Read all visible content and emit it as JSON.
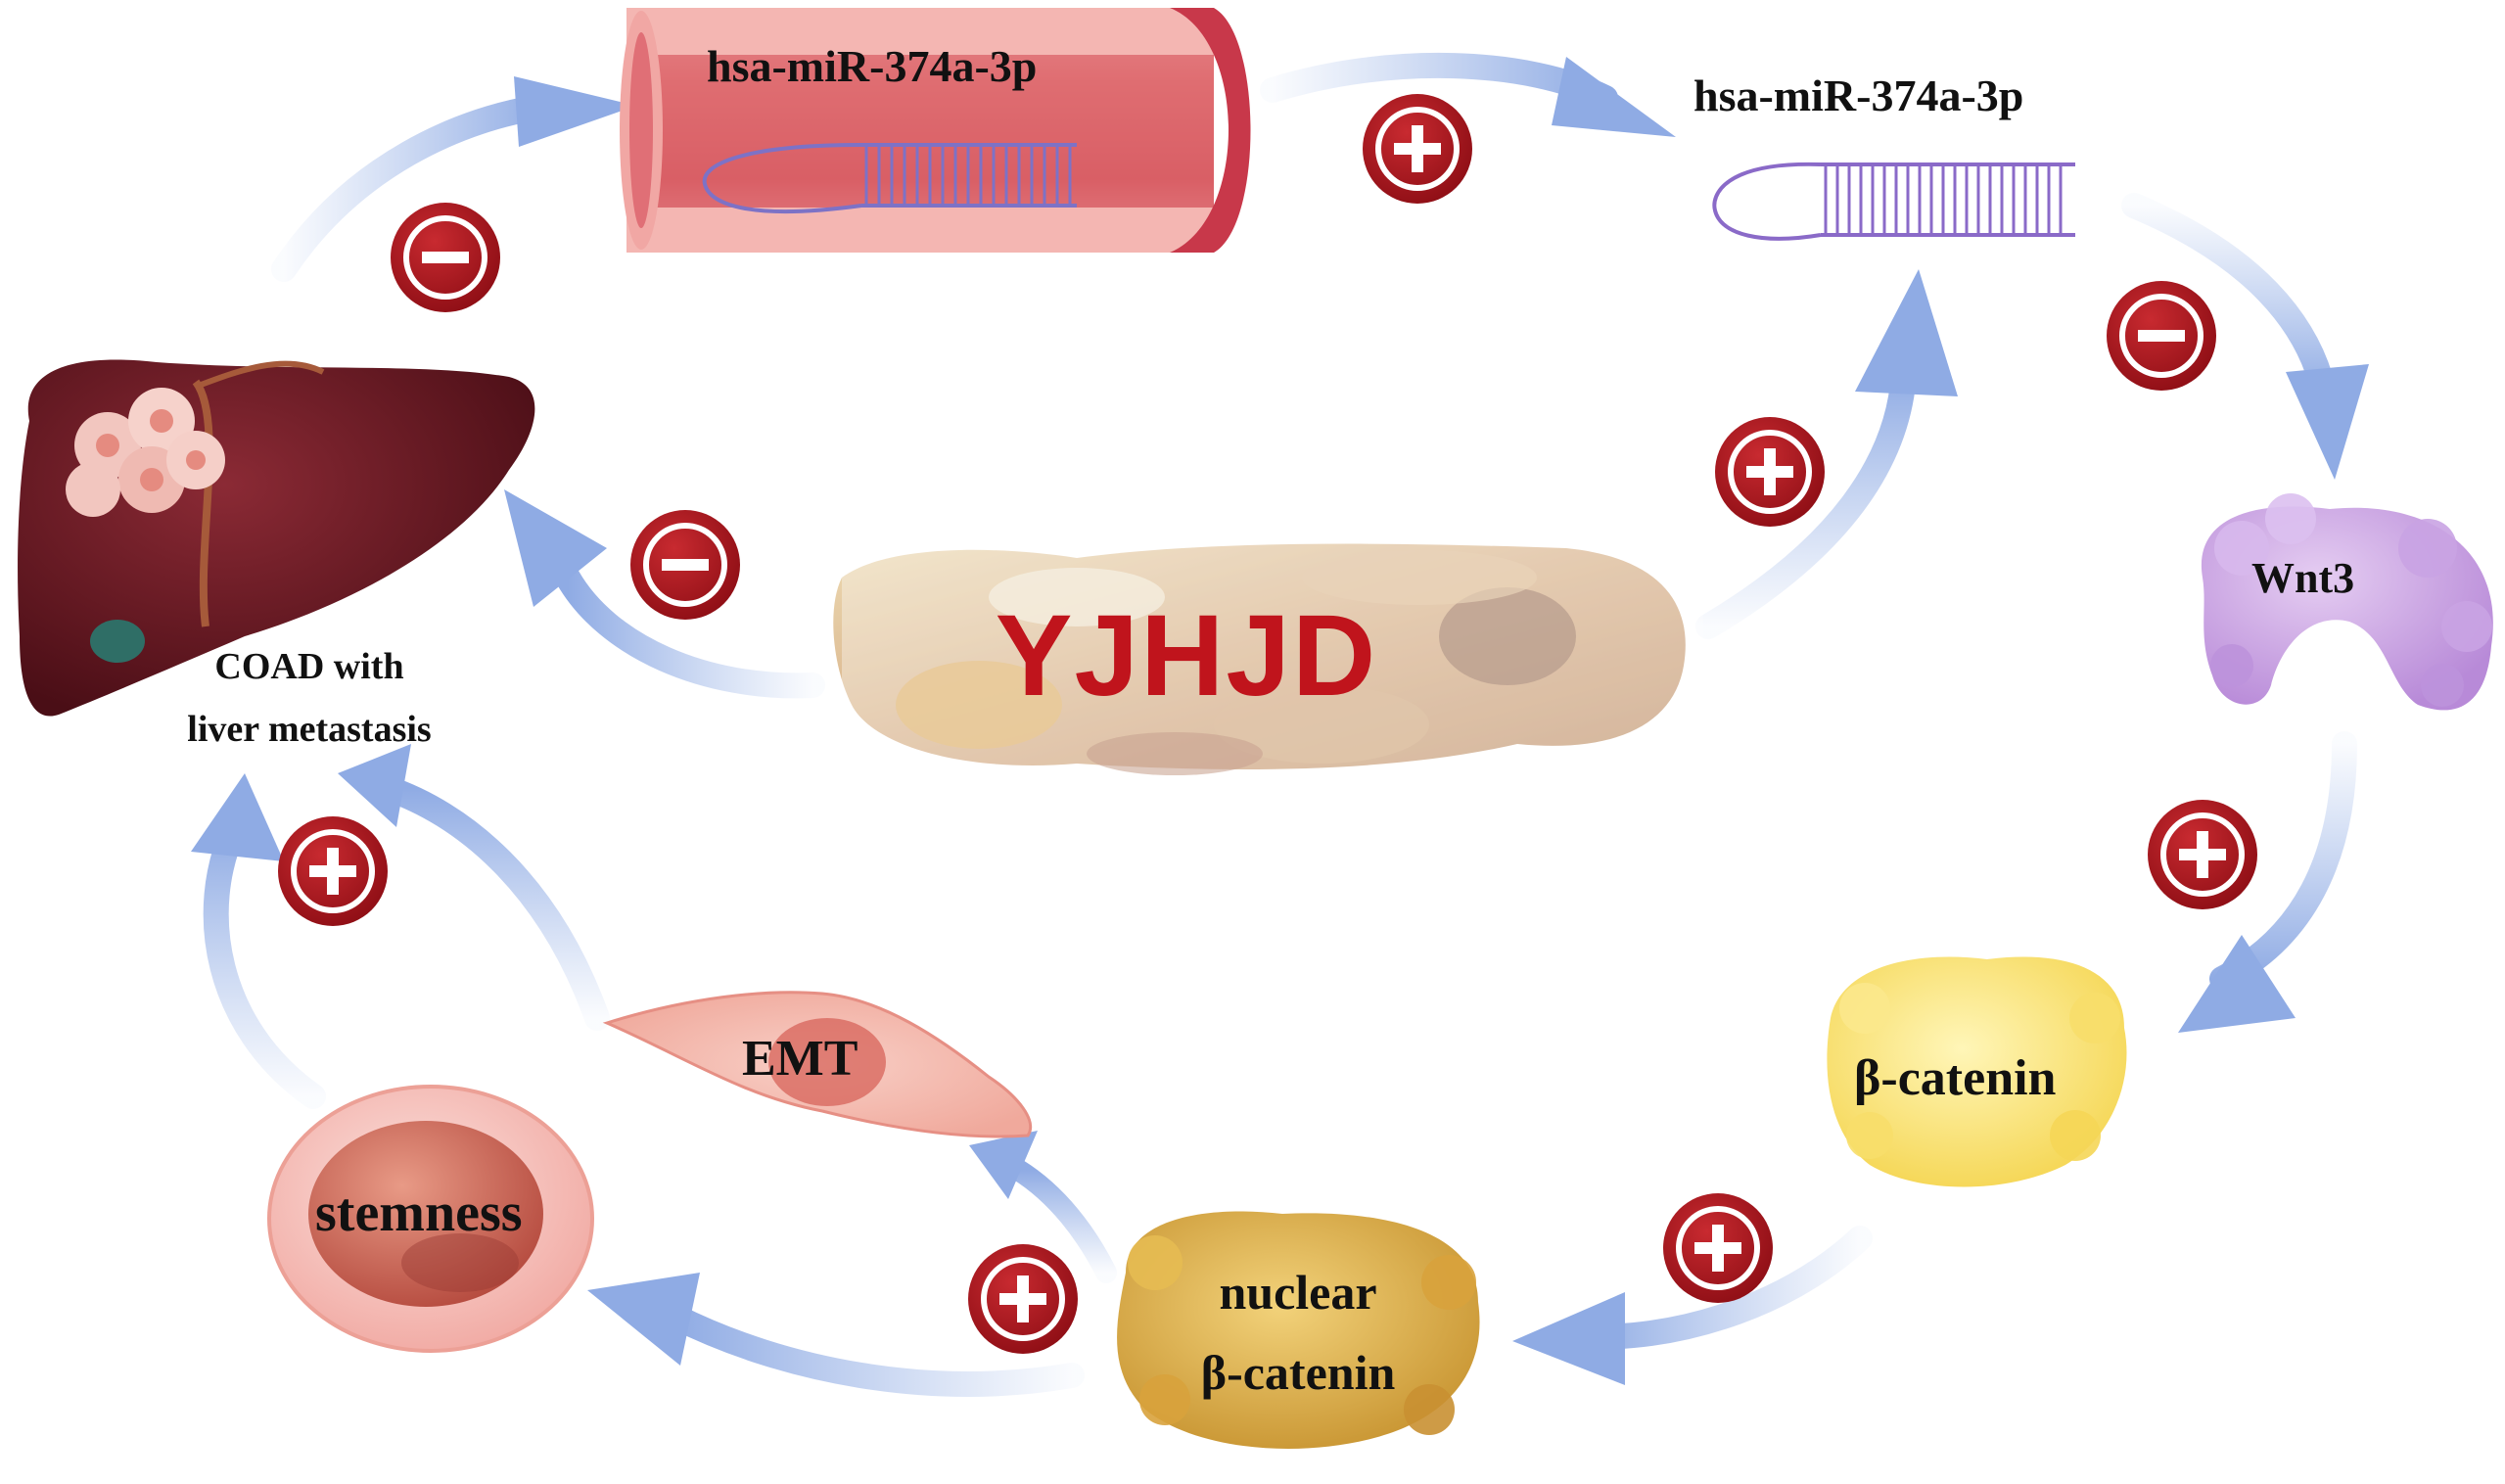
{
  "diagram": {
    "nodes": {
      "vessel_mirna": "hsa-miR-374a-3p",
      "mirna": "hsa-miR-374a-3p",
      "wnt3": "Wnt3",
      "beta_catenin": "β-catenin",
      "nuclear_beta_catenin_line1": "nuclear",
      "nuclear_beta_catenin_line2": "β-catenin",
      "emt": "EMT",
      "stemness": "stemness",
      "liver_line1": "COAD with",
      "liver_line2": "liver metastasis",
      "herbs": "YJHJD"
    },
    "signs": {
      "plus": "+",
      "minus": "−"
    },
    "edges": [
      {
        "from": "liver",
        "to": "vessel_mirna",
        "effect": "minus"
      },
      {
        "from": "vessel_mirna",
        "to": "mirna",
        "effect": "plus"
      },
      {
        "from": "mirna",
        "to": "wnt3",
        "effect": "minus"
      },
      {
        "from": "wnt3",
        "to": "beta_catenin",
        "effect": "plus"
      },
      {
        "from": "beta_catenin",
        "to": "nuclear_beta_catenin",
        "effect": "plus"
      },
      {
        "from": "nuclear_beta_catenin",
        "to": "stemness_emt",
        "effect": "plus"
      },
      {
        "from": "emt",
        "to": "liver",
        "effect": "plus"
      },
      {
        "from": "stemness",
        "to": "liver",
        "effect": "plus"
      },
      {
        "from": "herbs",
        "to": "liver",
        "effect": "minus"
      },
      {
        "from": "herbs",
        "to": "mirna",
        "effect": "plus"
      }
    ]
  },
  "colors": {
    "arrow": "#9fb8e8",
    "sign_fill": "#a8141c",
    "title_red": "#c0141c"
  }
}
